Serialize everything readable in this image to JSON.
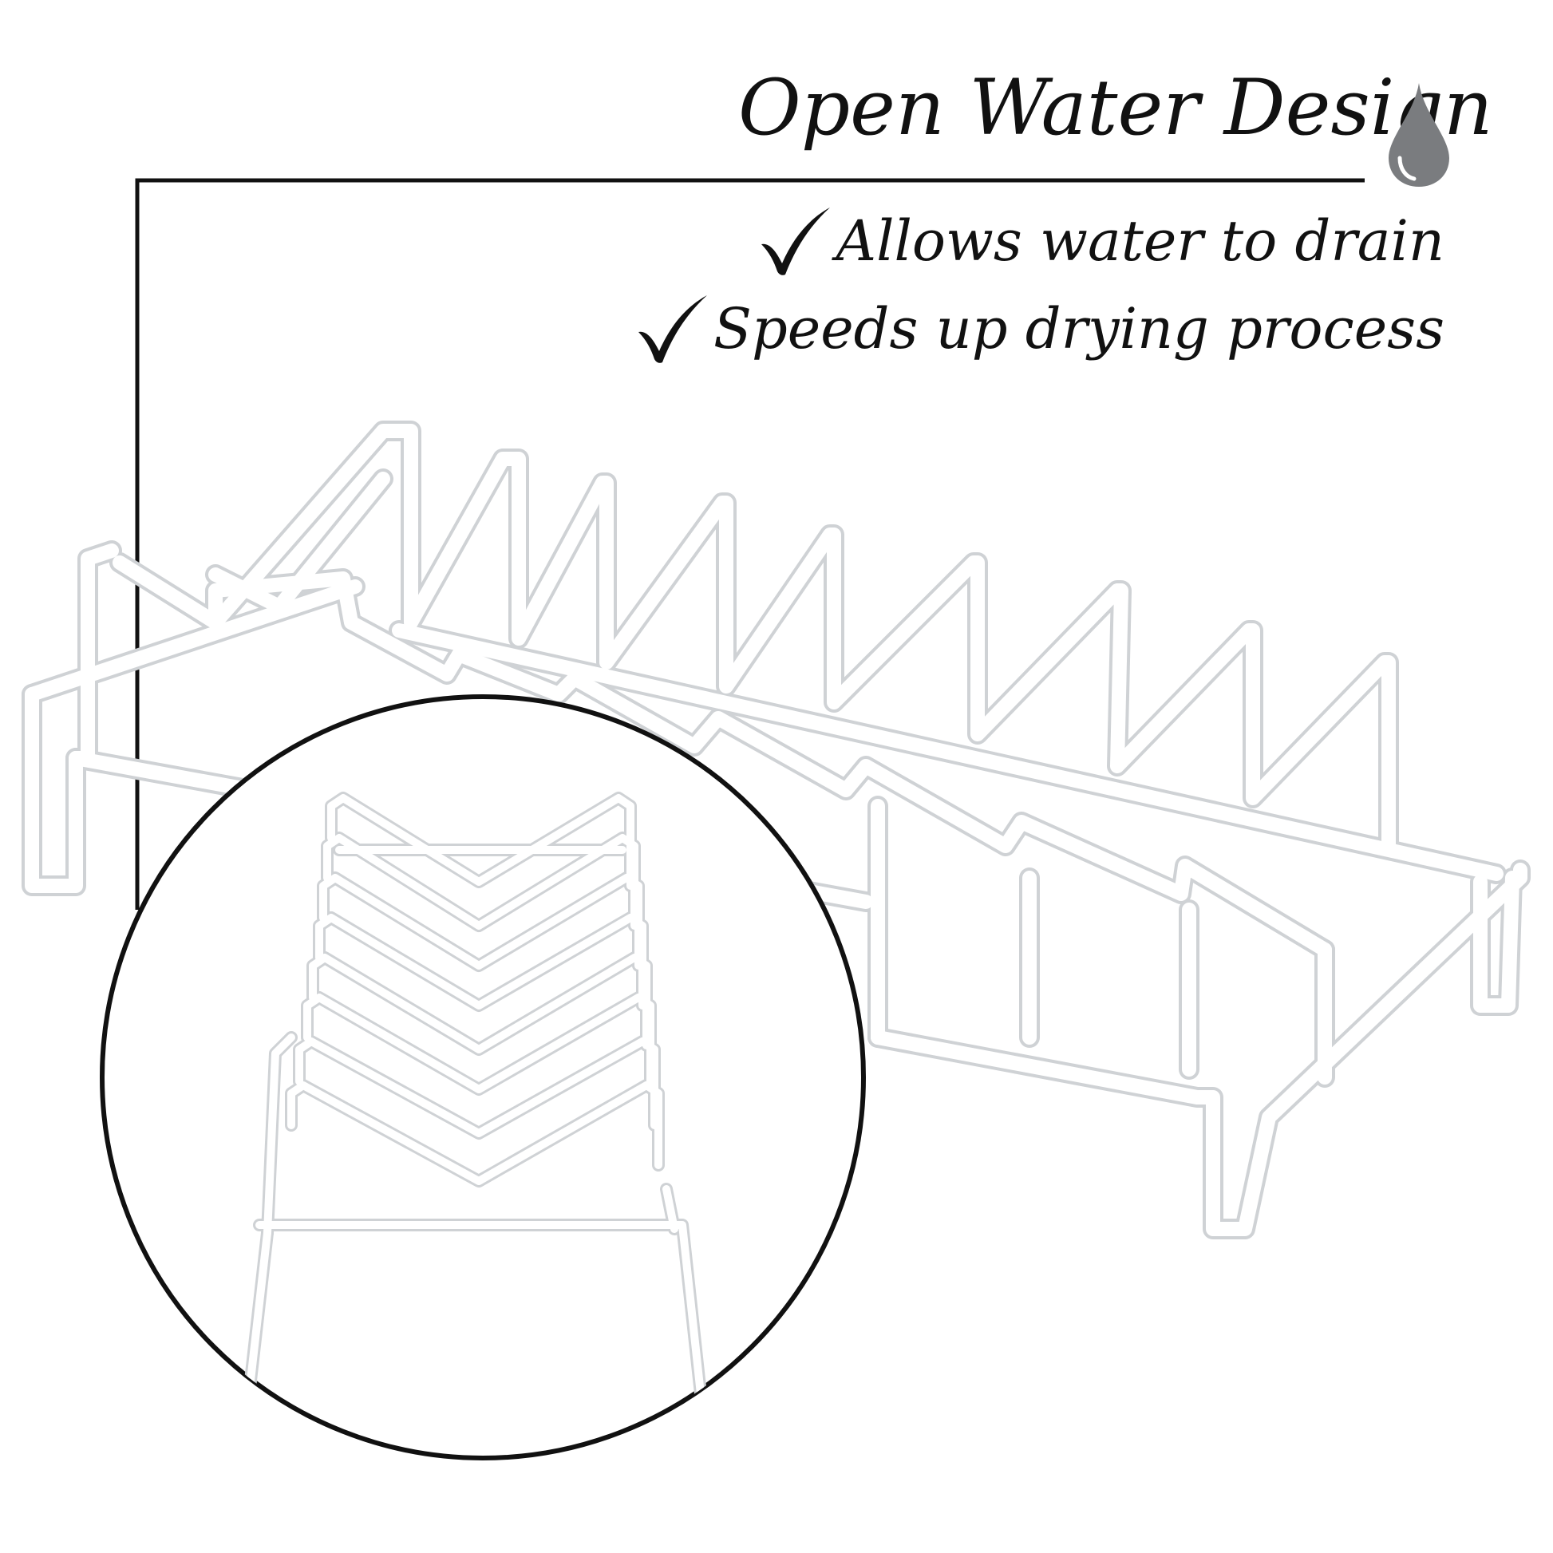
{
  "feature": {
    "title": "Open Water Design",
    "bullets": [
      {
        "text": "Allows water to drain",
        "icon": "checkmark-icon"
      },
      {
        "text": "Speeds up drying process",
        "icon": "checkmark-icon"
      }
    ],
    "title_icon": "water-drop-icon"
  },
  "colors": {
    "text": "#111111",
    "rule": "#111111",
    "drop": "#7a7c7f",
    "wire": "#ffffff",
    "wire_edge": "#d4d6d8"
  }
}
